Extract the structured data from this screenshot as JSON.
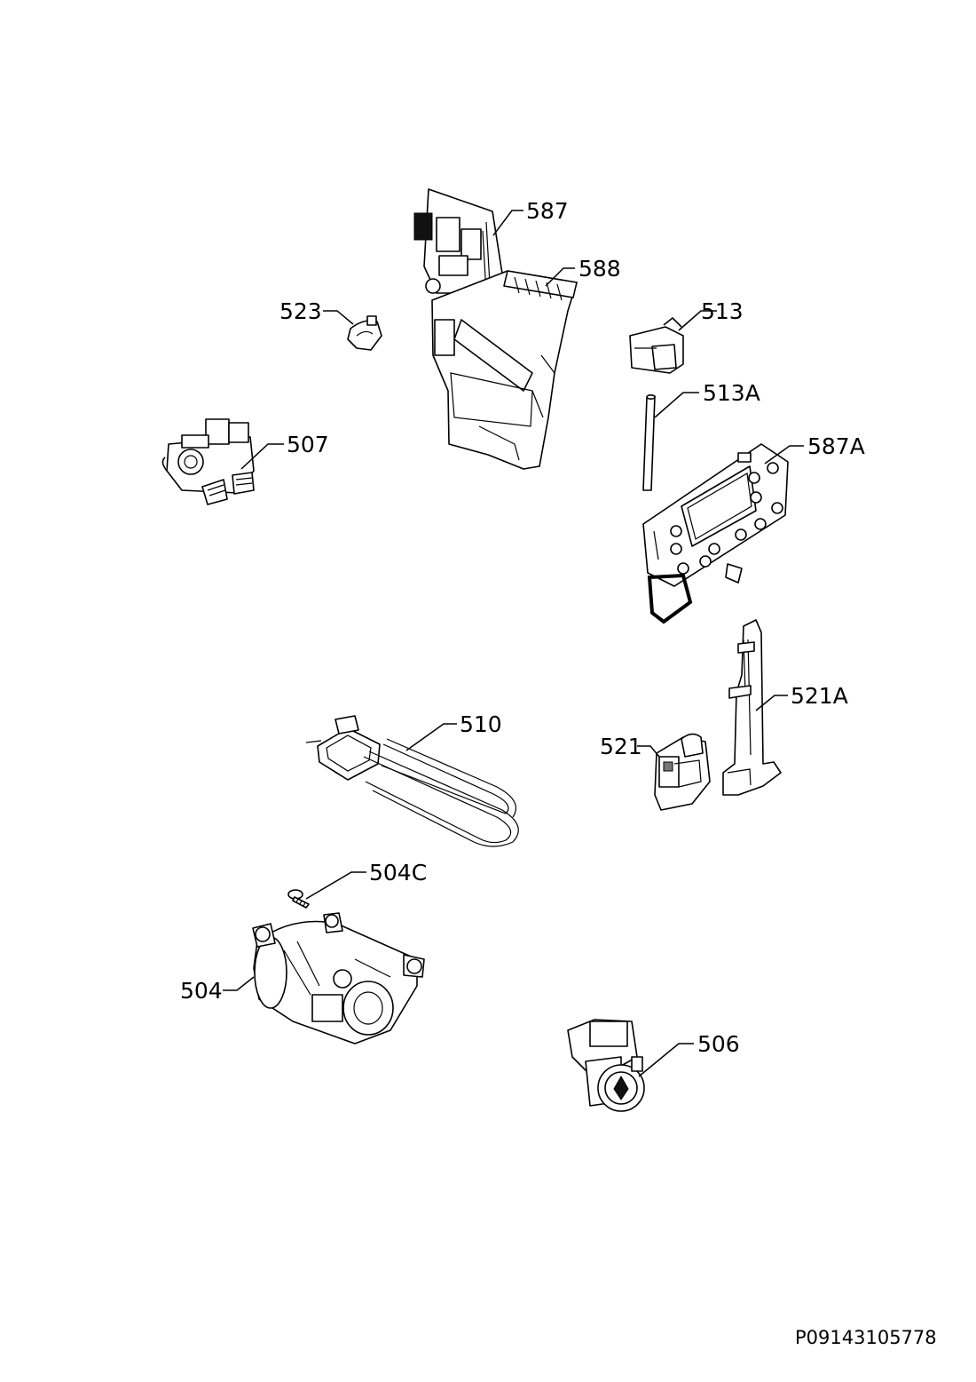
{
  "callouts": {
    "c587": "587",
    "c588": "588",
    "c523": "523",
    "c513": "513",
    "c513A": "513A",
    "c507": "507",
    "c587A": "587A",
    "c521A": "521A",
    "c510": "510",
    "c521": "521",
    "c504C": "504C",
    "c504": "504",
    "c506": "506"
  },
  "document_reference": "P09143105778"
}
